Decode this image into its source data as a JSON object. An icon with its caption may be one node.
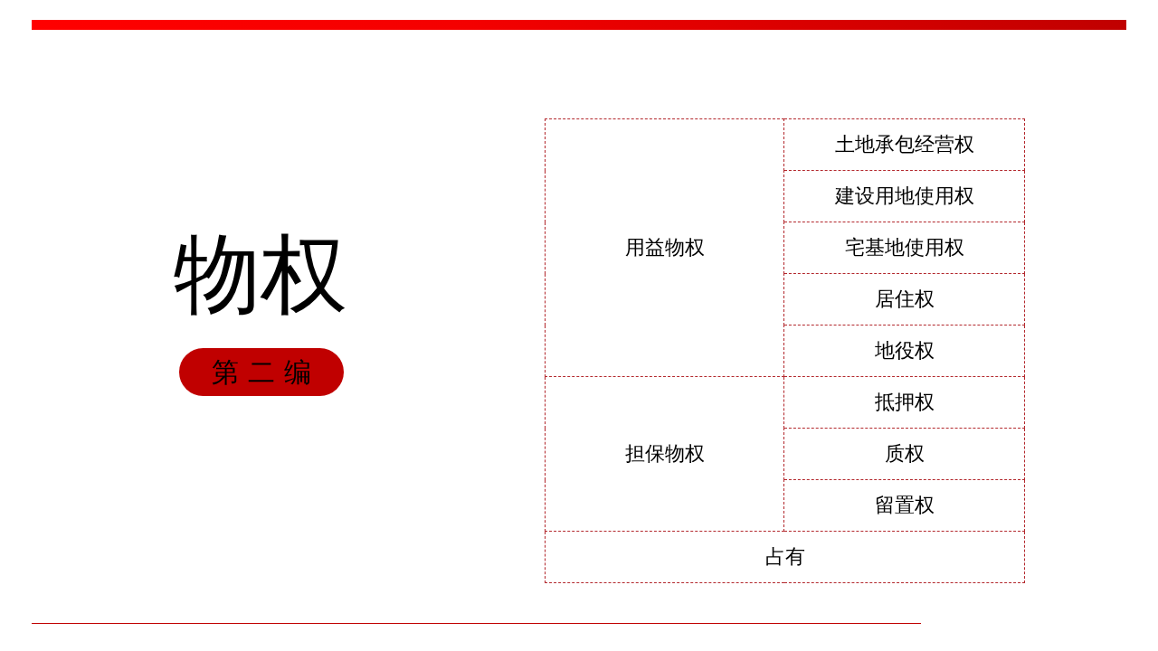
{
  "diagram": {
    "title": "物权",
    "nodes": [
      {
        "text": [
          "第 二 编"
        ]
      }
    ],
    "labels": [
      "用益物权",
      "土地承包经营权",
      "建设用地使用权",
      "宅基地使用权",
      "居住权",
      "地役权",
      "担保物权",
      "抵押权",
      "质权",
      "留置权",
      "占有"
    ]
  }
}
